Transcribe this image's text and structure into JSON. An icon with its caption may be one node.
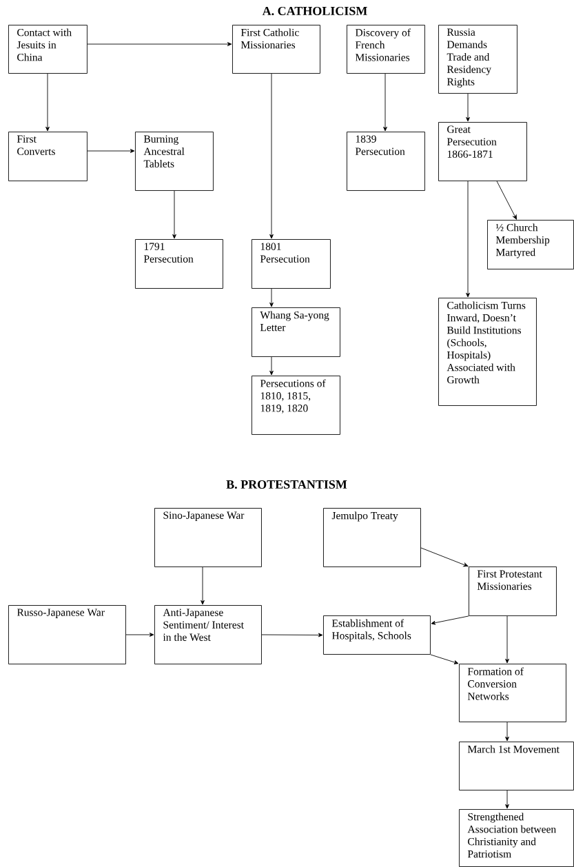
{
  "diagram": {
    "nodes": [
      {
        "text": [
          "Contact with Jesuits in China"
        ]
      },
      {
        "text": [
          "First Catholic Missionaries"
        ]
      },
      {
        "text": [
          "Discovery of French Missionaries"
        ]
      },
      {
        "text": [
          "Russia Demands Trade and Residency Rights"
        ]
      },
      {
        "text": [
          "First Converts"
        ]
      },
      {
        "text": [
          "Burning Ancestral Tablets"
        ]
      },
      {
        "text": [
          "1839 Persecution"
        ]
      },
      {
        "text": [
          "Great Persecution 1866-1871"
        ]
      },
      {
        "text": [
          "½ Church Membership Martyred"
        ]
      },
      {
        "text": [
          "1791 Persecution"
        ]
      },
      {
        "text": [
          "1801 Persecution"
        ]
      },
      {
        "text": [
          "Catholicism Turns Inward, Doesn’t Build Institutions (Schools, Hospitals) Associated with Growth"
        ]
      },
      {
        "text": [
          "Whang Sa-yong Letter"
        ]
      },
      {
        "text": [
          "Persecutions of 1810, 1815, 1819, 1820"
        ]
      },
      {
        "text": [
          "Sino-Japanese War"
        ]
      },
      {
        "text": [
          "Jemulpo Treaty"
        ]
      },
      {
        "text": [
          "First Protestant Missionaries"
        ]
      },
      {
        "text": [
          "Russo-Japanese War"
        ]
      },
      {
        "text": [
          "Anti-Japanese Sentiment/ Interest in the West"
        ]
      },
      {
        "text": [
          "Establishment of Hospitals, Schools"
        ]
      },
      {
        "text": [
          "Formation of Conversion Networks"
        ]
      },
      {
        "text": [
          "March 1st Movement"
        ]
      },
      {
        "text": [
          "Strengthened Association between Christianity and Patriotism"
        ]
      }
    ],
    "edges": [
      {
        "from": 0,
        "to": 1,
        "arrow": "to"
      },
      {
        "from": 0,
        "to": 4,
        "arrow": "to"
      },
      {
        "from": 1,
        "to": 10,
        "arrow": "to"
      },
      {
        "from": 2,
        "to": 6,
        "arrow": "to"
      },
      {
        "from": 3,
        "to": 7,
        "arrow": "to"
      },
      {
        "from": 4,
        "to": 5,
        "arrow": "to"
      },
      {
        "from": 5,
        "to": 9,
        "arrow": "to"
      },
      {
        "from": 7,
        "to": 8,
        "arrow": "to"
      },
      {
        "from": 7,
        "to": 11,
        "arrow": "to"
      },
      {
        "from": 10,
        "to": 12,
        "arrow": "to"
      },
      {
        "from": 12,
        "to": 13,
        "arrow": "to"
      },
      {
        "from": 14,
        "to": 18,
        "arrow": "to"
      },
      {
        "from": 17,
        "to": 18,
        "arrow": "to"
      },
      {
        "from": 18,
        "to": 19,
        "arrow": "to"
      },
      {
        "from": 15,
        "to": 16,
        "arrow": "to"
      },
      {
        "from": 16,
        "to": 19,
        "arrow": "to"
      },
      {
        "from": 16,
        "to": 20,
        "arrow": "to"
      },
      {
        "from": 19,
        "to": 20,
        "arrow": "to"
      },
      {
        "from": 20,
        "to": 21,
        "arrow": "to"
      },
      {
        "from": 21,
        "to": 22,
        "arrow": "to"
      }
    ],
    "labels": [
      "A. CATHOLICISM",
      "B. PROTESTANTISM"
    ]
  }
}
